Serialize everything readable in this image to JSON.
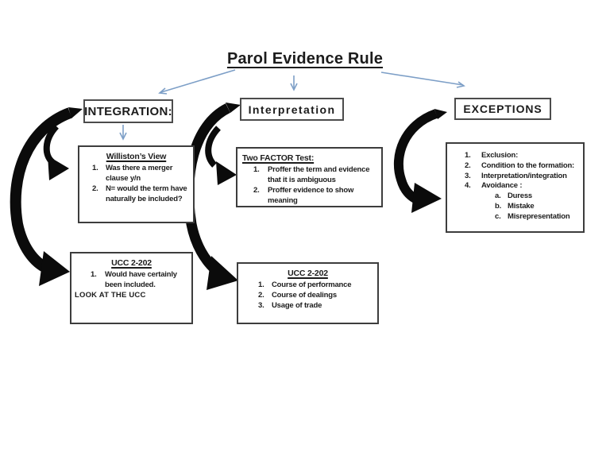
{
  "title": "Parol Evidence Rule",
  "branches": {
    "integration": {
      "label": "INTEGRATION:"
    },
    "interpretation": {
      "label": "Interpretation"
    },
    "exceptions": {
      "label": "EXCEPTIONS"
    }
  },
  "boxes": {
    "williston": {
      "heading": "Williston’s View",
      "items": [
        {
          "n": "1.",
          "text": "Was there a merger clause y/n"
        },
        {
          "n": "2.",
          "text": "N= would the term have naturally be included?"
        }
      ]
    },
    "two_factor": {
      "heading": "Two FACTOR Test:",
      "items": [
        {
          "n": "1.",
          "text": "Proffer the term and evidence that it is ambiguous"
        },
        {
          "n": "2.",
          "text": "Proffer evidence to show meaning"
        }
      ]
    },
    "exceptions_list": {
      "items": [
        {
          "n": "1.",
          "text": "Exclusion:"
        },
        {
          "n": "2.",
          "text": "Condition to the formation:"
        },
        {
          "n": "3.",
          "text": "Interpretation/integration"
        },
        {
          "n": "4.",
          "text": "Avoidance :"
        }
      ],
      "sub_items": [
        {
          "n": "a.",
          "text": "Duress"
        },
        {
          "n": "b.",
          "text": "Mistake"
        },
        {
          "n": "c.",
          "text": "Misrepresentation"
        }
      ]
    },
    "ucc_left": {
      "heading": "UCC 2-202",
      "items": [
        {
          "n": "1.",
          "text": "Would have certainly been included."
        }
      ],
      "note": "LOOK AT THE UCC"
    },
    "ucc_middle": {
      "heading": "UCC 2-202",
      "items": [
        {
          "n": "1.",
          "text": "Course of performance"
        },
        {
          "n": "2.",
          "text": "Course of dealings"
        },
        {
          "n": "3.",
          "text": "Usage of trade"
        }
      ]
    }
  },
  "colors": {
    "connector_blue": "#7d9fc7",
    "arrow_black": "#0b0b0b",
    "box_border": "#3d3d3d",
    "background": "#ffffff",
    "text": "#1c1c1c"
  }
}
